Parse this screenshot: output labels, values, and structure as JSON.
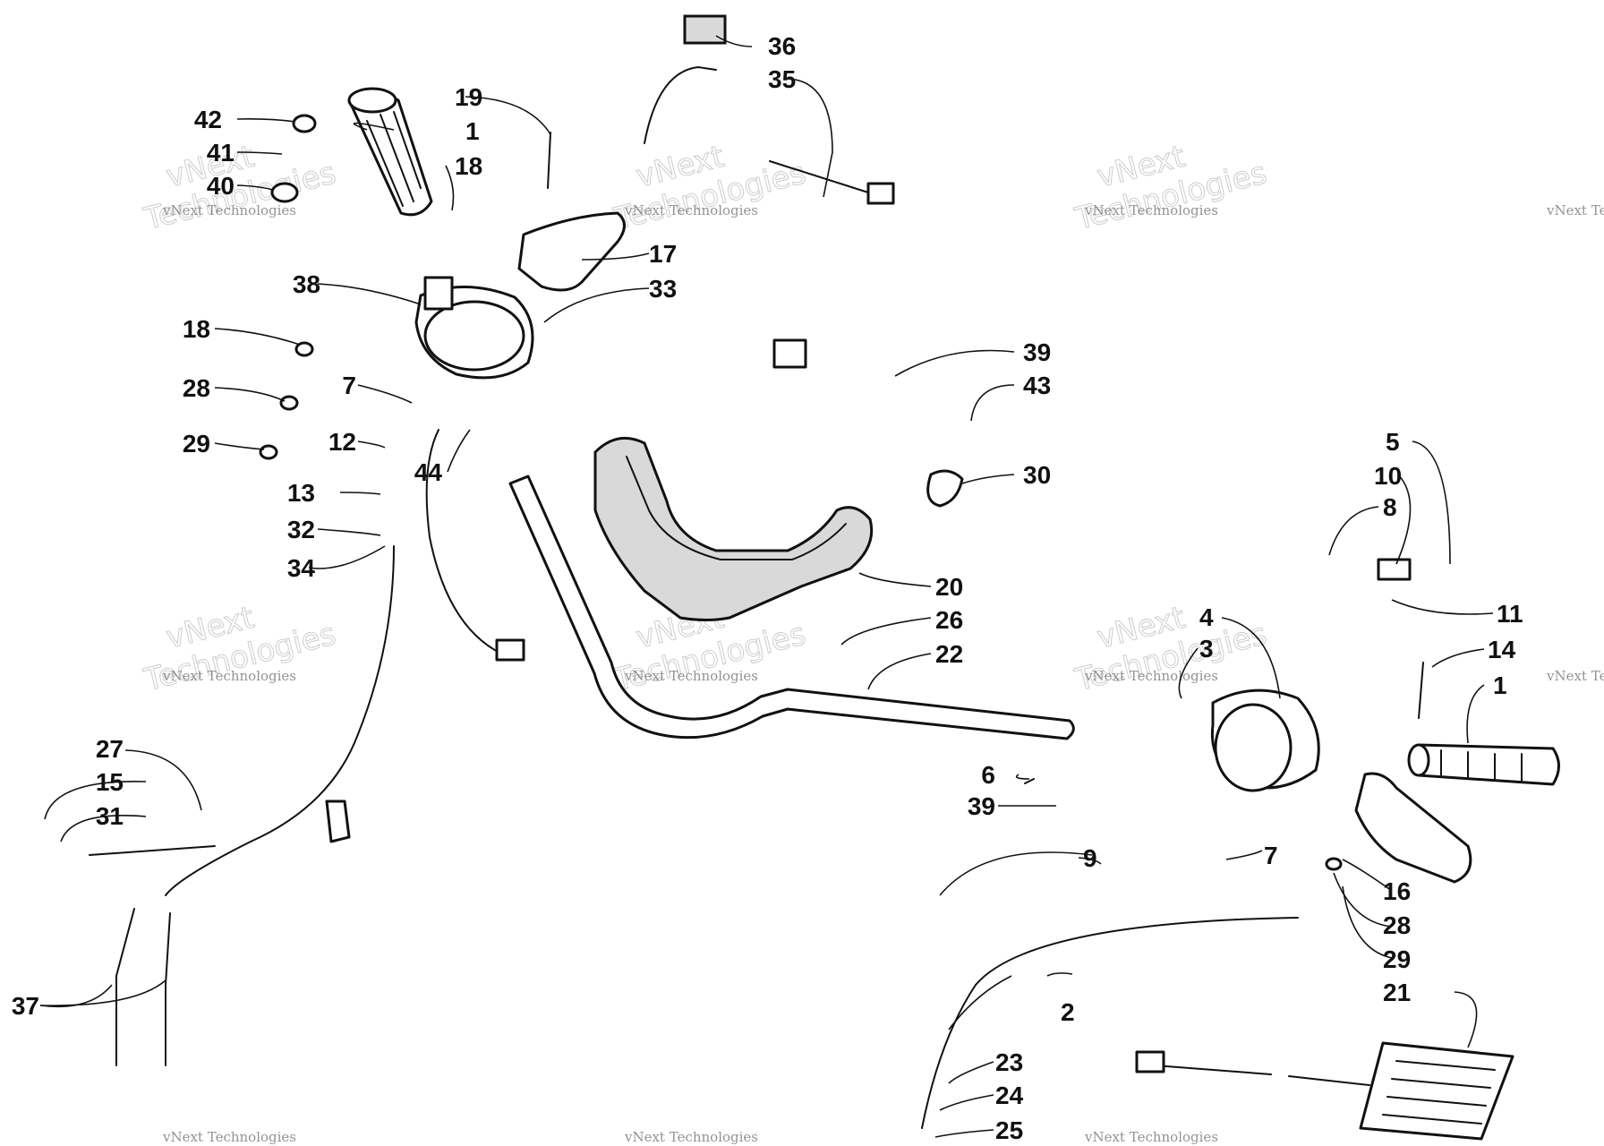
{
  "watermark": {
    "line1": "vNext Technologies",
    "line2": "vNext",
    "line3": "Technologies"
  },
  "callouts": [
    "1",
    "2",
    "3",
    "4",
    "5",
    "6",
    "7",
    "8",
    "9",
    "10",
    "11",
    "12",
    "13",
    "14",
    "15",
    "16",
    "17",
    "18",
    "19",
    "20",
    "21",
    "22",
    "23",
    "24",
    "25",
    "26",
    "27",
    "28",
    "29",
    "30",
    "31",
    "32",
    "33",
    "34",
    "35",
    "36",
    "37",
    "38",
    "39",
    "40",
    "41",
    "42",
    "43",
    "44"
  ],
  "colors": {
    "ink": "#111111",
    "paper": "#ffffff",
    "shade": "#d9d9d9",
    "watermark": "#b8b8b8"
  }
}
